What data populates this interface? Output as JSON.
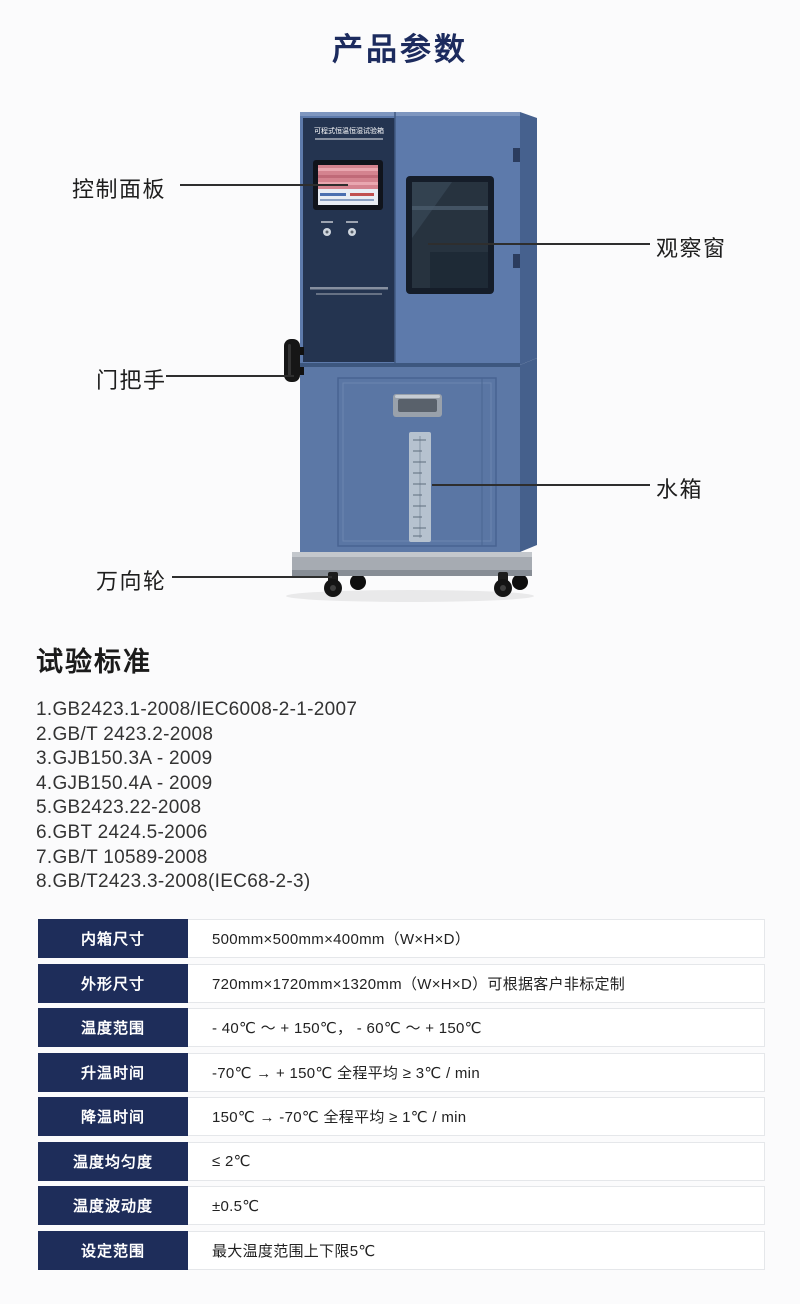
{
  "page": {
    "title": "产品参数"
  },
  "callouts": {
    "control_panel": "控制面板",
    "window": "观察窗",
    "handle": "门把手",
    "water_tank": "水箱",
    "wheels": "万向轮"
  },
  "machine": {
    "nameplate": "可程式恒温恒湿试验箱"
  },
  "standards": {
    "heading": "试验标准",
    "items": [
      "1.GB2423.1-2008/IEC6008-2-1-2007",
      "2.GB/T 2423.2-2008",
      "3.GJB150.3A - 2009",
      "4.GJB150.4A - 2009",
      "5.GB2423.22-2008",
      "6.GBT 2424.5-2006",
      "7.GB/T 10589-2008",
      "8.GB/T2423.3-2008(IEC68-2-3)"
    ]
  },
  "specs": {
    "rows": [
      {
        "label": "内箱尺寸",
        "value": "500mm×500mm×400mm（W×H×D）"
      },
      {
        "label": "外形尺寸",
        "value": "720mm×1720mm×1320mm（W×H×D）可根据客户非标定制"
      },
      {
        "label": "温度范围",
        "value": "- 40℃ ～ + 150℃，  - 60℃ ～ + 150℃"
      },
      {
        "label": "升温时间",
        "value": "-70℃ → + 150℃ 全程平均 ≥ 3℃ / min"
      },
      {
        "label": "降温时间",
        "value": "150℃ → -70℃ 全程平均 ≥ 1℃ / min"
      },
      {
        "label": "温度均匀度",
        "value": "≤ 2℃"
      },
      {
        "label": "温度波动度",
        "value": "±0.5℃"
      },
      {
        "label": "设定范围",
        "value": "最大温度范围上下限5℃"
      }
    ]
  },
  "colors": {
    "accent_navy": "#1e2d5a",
    "machine_blue": "#5d7aab"
  }
}
